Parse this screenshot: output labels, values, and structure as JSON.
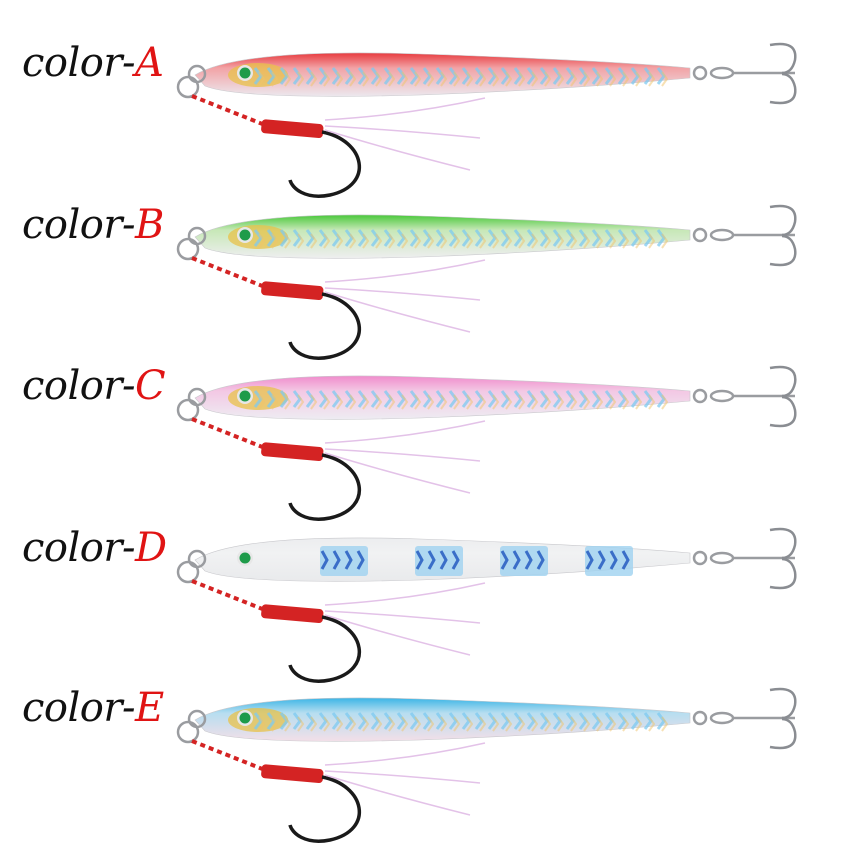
{
  "variants": [
    {
      "prefix": "color-",
      "letter": "A",
      "top": "#e83a3e",
      "side": "#f2a3a6",
      "belly": "#ece8ee",
      "pattern": "scales"
    },
    {
      "prefix": "color-",
      "letter": "B",
      "top": "#49c83a",
      "side": "#c7e8b7",
      "belly": "#eeeef0",
      "pattern": "scales"
    },
    {
      "prefix": "color-",
      "letter": "C",
      "top": "#f08ccc",
      "side": "#f3c8e4",
      "belly": "#eeecf2",
      "pattern": "scales"
    },
    {
      "prefix": "color-",
      "letter": "D",
      "top": "#ecedef",
      "side": "#f1f2f3",
      "belly": "#e9eaec",
      "pattern": "patches"
    },
    {
      "prefix": "color-",
      "letter": "E",
      "top": "#3ab5e6",
      "side": "#b7def0",
      "belly": "#f3dfe8",
      "pattern": "scales"
    }
  ],
  "colors": {
    "label_text": "#111111",
    "label_accent": "#e01414",
    "eye": "#1e9b4a",
    "assist_wrap": "#d42323",
    "hook": "#1a1a1a",
    "treble": "#8a8d92"
  }
}
